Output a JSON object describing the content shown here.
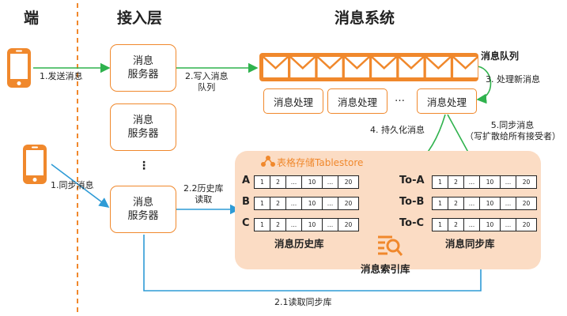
{
  "headers": {
    "client": "端",
    "access": "接入层",
    "msg_system": "消息系统"
  },
  "servers": {
    "line1": "消息",
    "line2": "服务器",
    "ellipsis": "⋮"
  },
  "arrows": {
    "send": "1.发送消息",
    "write_line1": "2.写入消息",
    "write_line2": "队列",
    "process_new": "3. 处理新消息",
    "persist": "4. 持久化消息",
    "sync_line1": "5.同步消息",
    "sync_line2": "（写扩散给所有接受者）",
    "sync_msg": "1.同步消息",
    "history_line1": "2.2历史库",
    "history_line2": "读取",
    "read_sync": "2.1读取同步库"
  },
  "queue": {
    "label": "消息队列",
    "envelopes": 8
  },
  "processors": {
    "label": "消息处理",
    "ellipsis": "…"
  },
  "tablestore": {
    "brand": "表格存储Tablestore",
    "history_lib": "消息历史库",
    "sync_lib": "消息同步库",
    "index_lib": "消息索引库"
  },
  "rows": {
    "history": [
      {
        "label": "A"
      },
      {
        "label": "B"
      },
      {
        "label": "C"
      }
    ],
    "sync": [
      {
        "label": "To-A"
      },
      {
        "label": "To-B"
      },
      {
        "label": "To-C"
      }
    ],
    "cells": [
      "1",
      "2",
      "…",
      "10",
      "…",
      "20"
    ]
  },
  "colors": {
    "orange": "#f0882c",
    "green": "#2fb24d",
    "blue": "#2e9bd6",
    "panel": "#fbdcc4"
  }
}
